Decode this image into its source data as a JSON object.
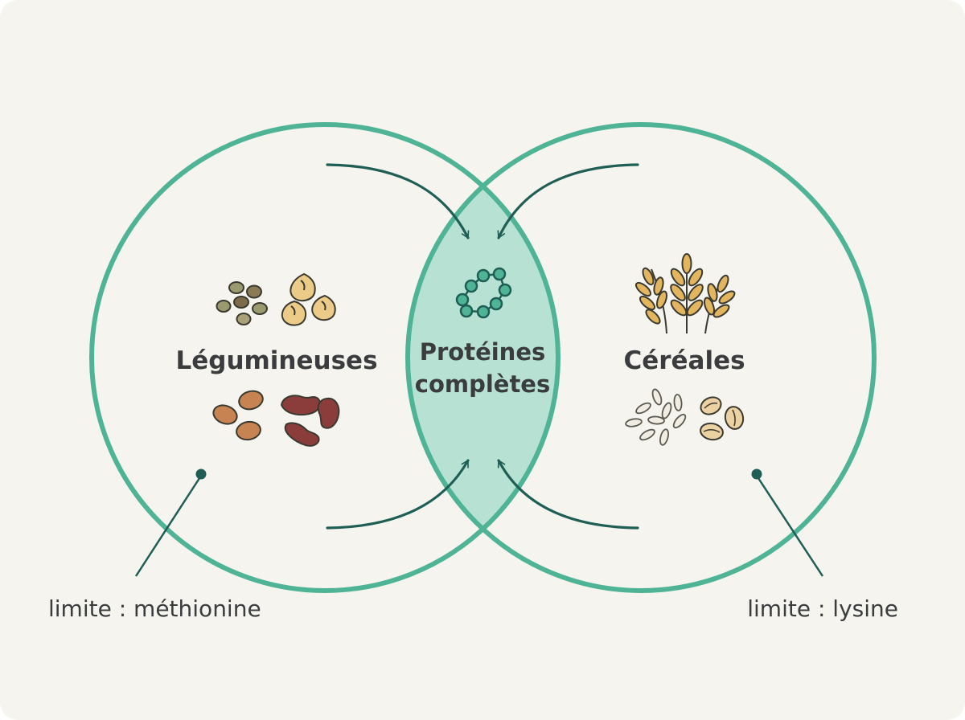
{
  "diagram": {
    "left_set": {
      "label": "Légumineuses",
      "note": "limite : méthionine",
      "icons": [
        "lentils-icon",
        "chickpeas-icon",
        "brown-beans-icon",
        "kidney-beans-icon"
      ]
    },
    "right_set": {
      "label": "Céréales",
      "note": "limite : lysine",
      "icons": [
        "wheat-icon",
        "rice-grains-icon",
        "oat-grains-icon"
      ]
    },
    "intersection": {
      "label_line1": "Protéines",
      "label_line2": "complètes",
      "icon": "protein-chain-icon"
    },
    "colors": {
      "background": "#f6f4ef",
      "circle_stroke": "#4fb395",
      "intersection_fill": "#b7e2d3",
      "arrow": "#1f5e55",
      "text": "#3a3c3e"
    }
  }
}
